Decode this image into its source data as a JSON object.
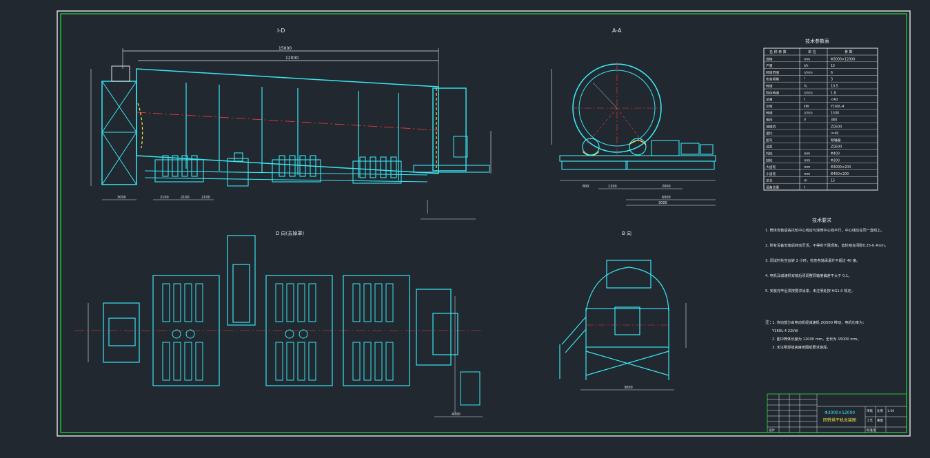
{
  "drawing": {
    "colors": {
      "background": "#212830",
      "frame": "#e8e8e8",
      "border": "#22c33a",
      "outline": "#39e6f2",
      "centerline": "#ff3a3a",
      "text": "#e8e8e8",
      "highlight": "#ffe24a"
    },
    "views": {
      "front_label": "I-D",
      "section_label": "A-A",
      "bottom_label": "D 向(去掉罩)",
      "side_label": "B 向"
    },
    "tech_table": {
      "title": "技术参数表",
      "headers": [
        "名 称 参 数",
        "单 位",
        "参 数"
      ],
      "rows": [
        [
          "规格",
          "mm",
          "Φ3000×12000"
        ],
        [
          "产量",
          "t/h",
          "15"
        ],
        [
          "转速范围",
          "r/min",
          "6"
        ],
        [
          "安装倾角",
          "°",
          "3"
        ],
        [
          "转速",
          "%",
          "10.5"
        ],
        [
          "筒体转速",
          "r/min",
          "1.8"
        ],
        [
          "总重",
          "t",
          "<40"
        ],
        [
          "功率",
          "kW",
          "Y160L-4"
        ],
        [
          "转速",
          "r/min",
          "1500"
        ],
        [
          "电压",
          "V",
          "380"
        ],
        [
          "减速机",
          "",
          "ZQ500"
        ],
        [
          "速比",
          "",
          "i=40"
        ],
        [
          "型号",
          "",
          "联轴器"
        ],
        [
          "油泵",
          "",
          "ZQ500"
        ],
        [
          "托轮",
          "mm",
          "Φ400"
        ],
        [
          "挡轮",
          "mm",
          "Φ300"
        ],
        [
          "大齿轮",
          "mm",
          "Φ3000×200"
        ],
        [
          "小齿轮",
          "mm",
          "Φ450×200"
        ],
        [
          "总长",
          "m",
          "15"
        ],
        [
          "设备总重",
          "t",
          ""
        ]
      ]
    },
    "notes": {
      "title": "技术要求",
      "items": [
        "1. 筒体安装后各托轮中心线应与滚筒中心线平行，中心线应在同一直线上。",
        "2. 所有设备安装后转动灵活，不得有卡阻现象，齿轮啮合间隙0.25-0.4mm。",
        "3. 调试时先空运转 2 小时，检查各轴承温升不超过 40 度。",
        "4. 电机及减速机安装后须调整同轴度偏差不大于 0.1。",
        "5. 安装完毕后须按要求涂漆，未注明处按 HG1.0 规定。"
      ],
      "notes2_title": "注：",
      "notes2": [
        "1. 传动部分由电动机经减速机 ZQ500 带动，电机功率为：",
        "   Y160L-4        22kW",
        "2. 图中筒体长度为 12000 mm，全长为 15000 mm。",
        "3. 未注明焊缝高度按图纸要求施焊。"
      ]
    },
    "title_block": {
      "model": "Φ3000×12000",
      "name": "回转烘干机总装图",
      "labels": [
        "设计",
        "审核",
        "工艺",
        "标准化",
        "比例",
        "1:50",
        "重量"
      ]
    },
    "dimensions": {
      "overall_top": "15000",
      "drum_length": "12000",
      "front_bottom": [
        "3000",
        "2100",
        "2100",
        "2100"
      ],
      "section_bottom": [
        "3000",
        "800",
        "1200",
        "2000",
        "6000"
      ],
      "side_bottom": "3000",
      "plan_bottom": "4000"
    }
  }
}
